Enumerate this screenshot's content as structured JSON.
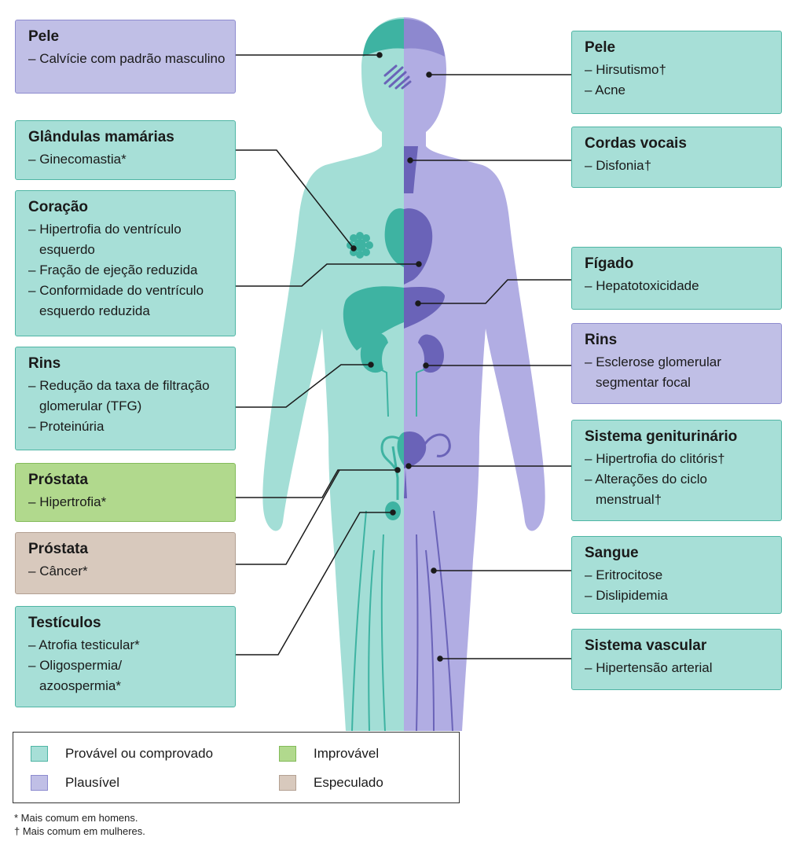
{
  "colors": {
    "likely": "#a7dfd7",
    "plausible": "#c0bfe6",
    "unlikely": "#b1d98d",
    "speculated": "#d8c9bd",
    "body_teal": "#a3ded6",
    "body_purple": "#b1ade3",
    "organ_teal": "#3eb3a2",
    "organ_purple": "#6a63b8"
  },
  "boxes": {
    "left": [
      {
        "title": "Pele",
        "items": [
          "Calvície com padrão masculino"
        ],
        "category": "plausible"
      },
      {
        "title": "Glândulas mamárias",
        "items": [
          "Ginecomastia*"
        ],
        "category": "likely"
      },
      {
        "title": "Coração",
        "items": [
          "Hipertrofia do ventrículo esquerdo",
          "Fração de ejeção reduzida",
          "Conformidade do ventrículo esquerdo reduzida"
        ],
        "category": "likely"
      },
      {
        "title": "Rins",
        "items": [
          "Redução da taxa de filtração glomerular (TFG)",
          "Proteinúria"
        ],
        "category": "likely"
      },
      {
        "title": "Próstata",
        "items": [
          "Hipertrofia*"
        ],
        "category": "unlikely"
      },
      {
        "title": "Próstata",
        "items": [
          "Câncer*"
        ],
        "category": "speculated"
      },
      {
        "title": "Testículos",
        "items": [
          "Atrofia testicular*",
          "Oligospermia/ azoospermia*"
        ],
        "category": "likely"
      }
    ],
    "right": [
      {
        "title": "Pele",
        "items": [
          "Hirsutismo†",
          "Acne"
        ],
        "category": "likely"
      },
      {
        "title": "Cordas vocais",
        "items": [
          "Disfonia†"
        ],
        "category": "likely"
      },
      {
        "title": "Fígado",
        "items": [
          "Hepatotoxicidade"
        ],
        "category": "likely"
      },
      {
        "title": "Rins",
        "items": [
          "Esclerose glomerular segmentar focal"
        ],
        "category": "plausible"
      },
      {
        "title": "Sistema geniturinário",
        "items": [
          "Hipertrofia do clitóris†",
          "Alterações do ciclo menstrual†"
        ],
        "category": "likely"
      },
      {
        "title": "Sangue",
        "items": [
          "Eritrocitose",
          "Dislipidemia"
        ],
        "category": "likely"
      },
      {
        "title": "Sistema vascular",
        "items": [
          "Hipertensão arterial"
        ],
        "category": "likely"
      }
    ]
  },
  "legend": {
    "likely": "Provável ou comprovado",
    "plausible": "Plausível",
    "unlikely": "Improvável",
    "speculated": "Especulado"
  },
  "footnotes": [
    "* Mais comum em homens.",
    "† Mais comum em mulheres."
  ]
}
